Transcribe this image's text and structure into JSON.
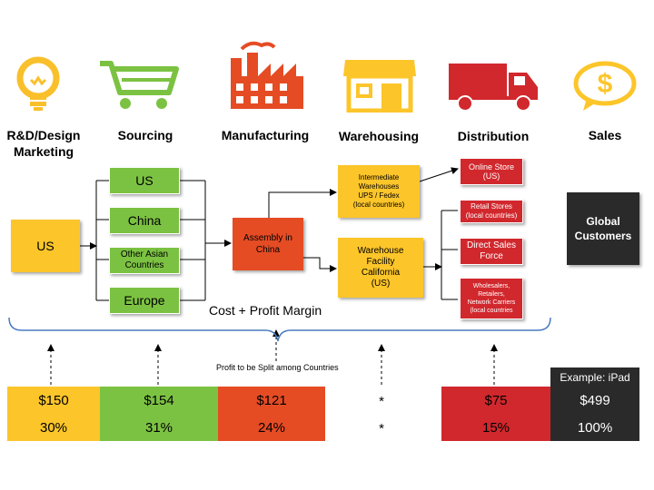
{
  "colors": {
    "yellow": "#fcc52a",
    "green": "#7cc242",
    "orange": "#e54c24",
    "red": "#d1282d",
    "dark": "#2a2a2a",
    "bracket": "#4a7ac0"
  },
  "stages": [
    {
      "label": "R&D/Design\nMarketing",
      "icon": "lightbulb-icon"
    },
    {
      "label": "Sourcing",
      "icon": "shopping-cart-icon"
    },
    {
      "label": "Manufacturing",
      "icon": "factory-icon"
    },
    {
      "label": "Warehousing",
      "icon": "warehouse-store-icon"
    },
    {
      "label": "Distribution",
      "icon": "delivery-truck-icon"
    },
    {
      "label": "Sales",
      "icon": "dollar-speech-bubble-icon"
    }
  ],
  "flow": {
    "origin": "US",
    "sources": [
      "US",
      "China",
      "Other Asian\nCountries",
      "Europe"
    ],
    "assembly": "Assembly in\nChina",
    "intermediate": "Intermediate\nWarehouses\nUPS / Fedex\n(local countries)",
    "warehouse": "Warehouse\nFacility\nCalifornia\n(US)",
    "channels": [
      "Online Store\n(US)",
      "Retail Stores\n(local countries)",
      "Direct Sales\nForce",
      "Wholesalers,\nRetailers,\nNetwork Carriers\n(local countries"
    ],
    "customers": "Global\nCustomers"
  },
  "cost_label": "Cost + Profit Margin",
  "profit_note": "Profit to be Split among Countries",
  "example_label": "Example: iPad",
  "breakdown": {
    "rd": {
      "amount": "$150",
      "percent": "30%"
    },
    "sourcing": {
      "amount": "$154",
      "percent": "31%"
    },
    "manufacturing": {
      "amount": "$121",
      "percent": "24%"
    },
    "warehousing": {
      "amount": "*",
      "percent": "*"
    },
    "distribution": {
      "amount": "$75",
      "percent": "15%"
    },
    "sales": {
      "amount": "$499",
      "percent": "100%"
    }
  }
}
